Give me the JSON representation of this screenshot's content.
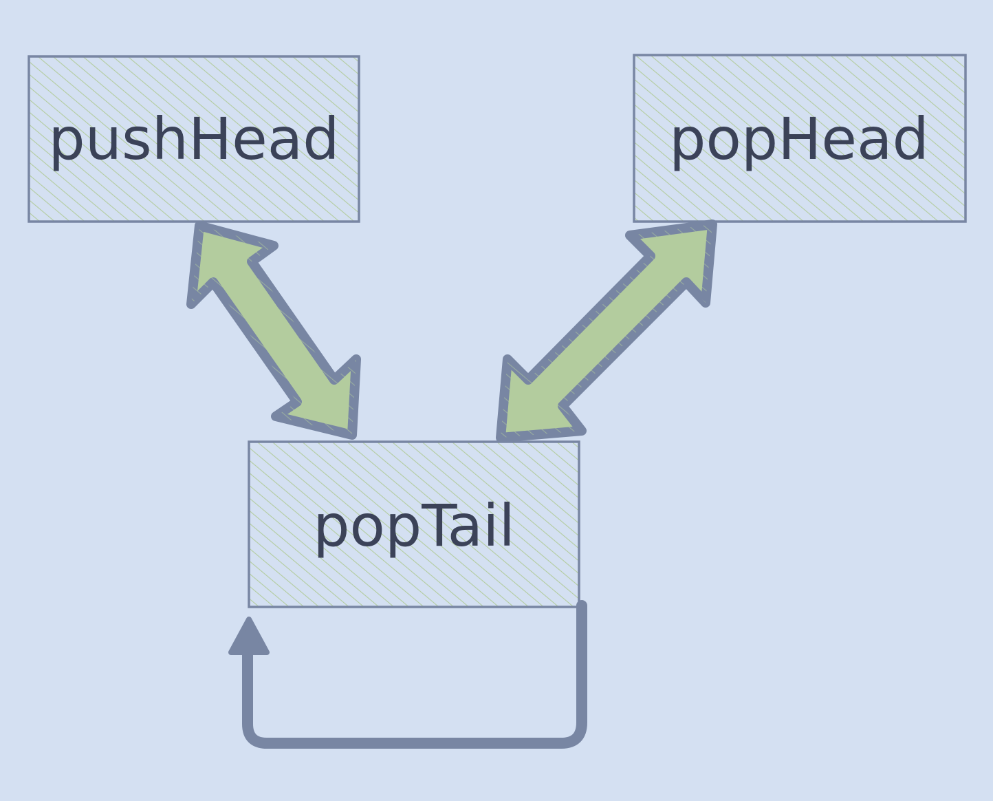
{
  "colors": {
    "background": "#d4e0f2",
    "node_fill": "#d4e0f2",
    "hatch": "#b3cc9e",
    "stroke": "#7886a3",
    "text": "#3b4258"
  },
  "nodes": {
    "push_head": {
      "label": "pushHead"
    },
    "pop_head": {
      "label": "popHead"
    },
    "pop_tail": {
      "label": "popTail"
    }
  },
  "edges": [
    {
      "from": "pushHead",
      "to": "popTail",
      "type": "bidirectional"
    },
    {
      "from": "popHead",
      "to": "popTail",
      "type": "bidirectional"
    },
    {
      "from": "popTail",
      "to": "popTail",
      "type": "self-loop"
    }
  ]
}
